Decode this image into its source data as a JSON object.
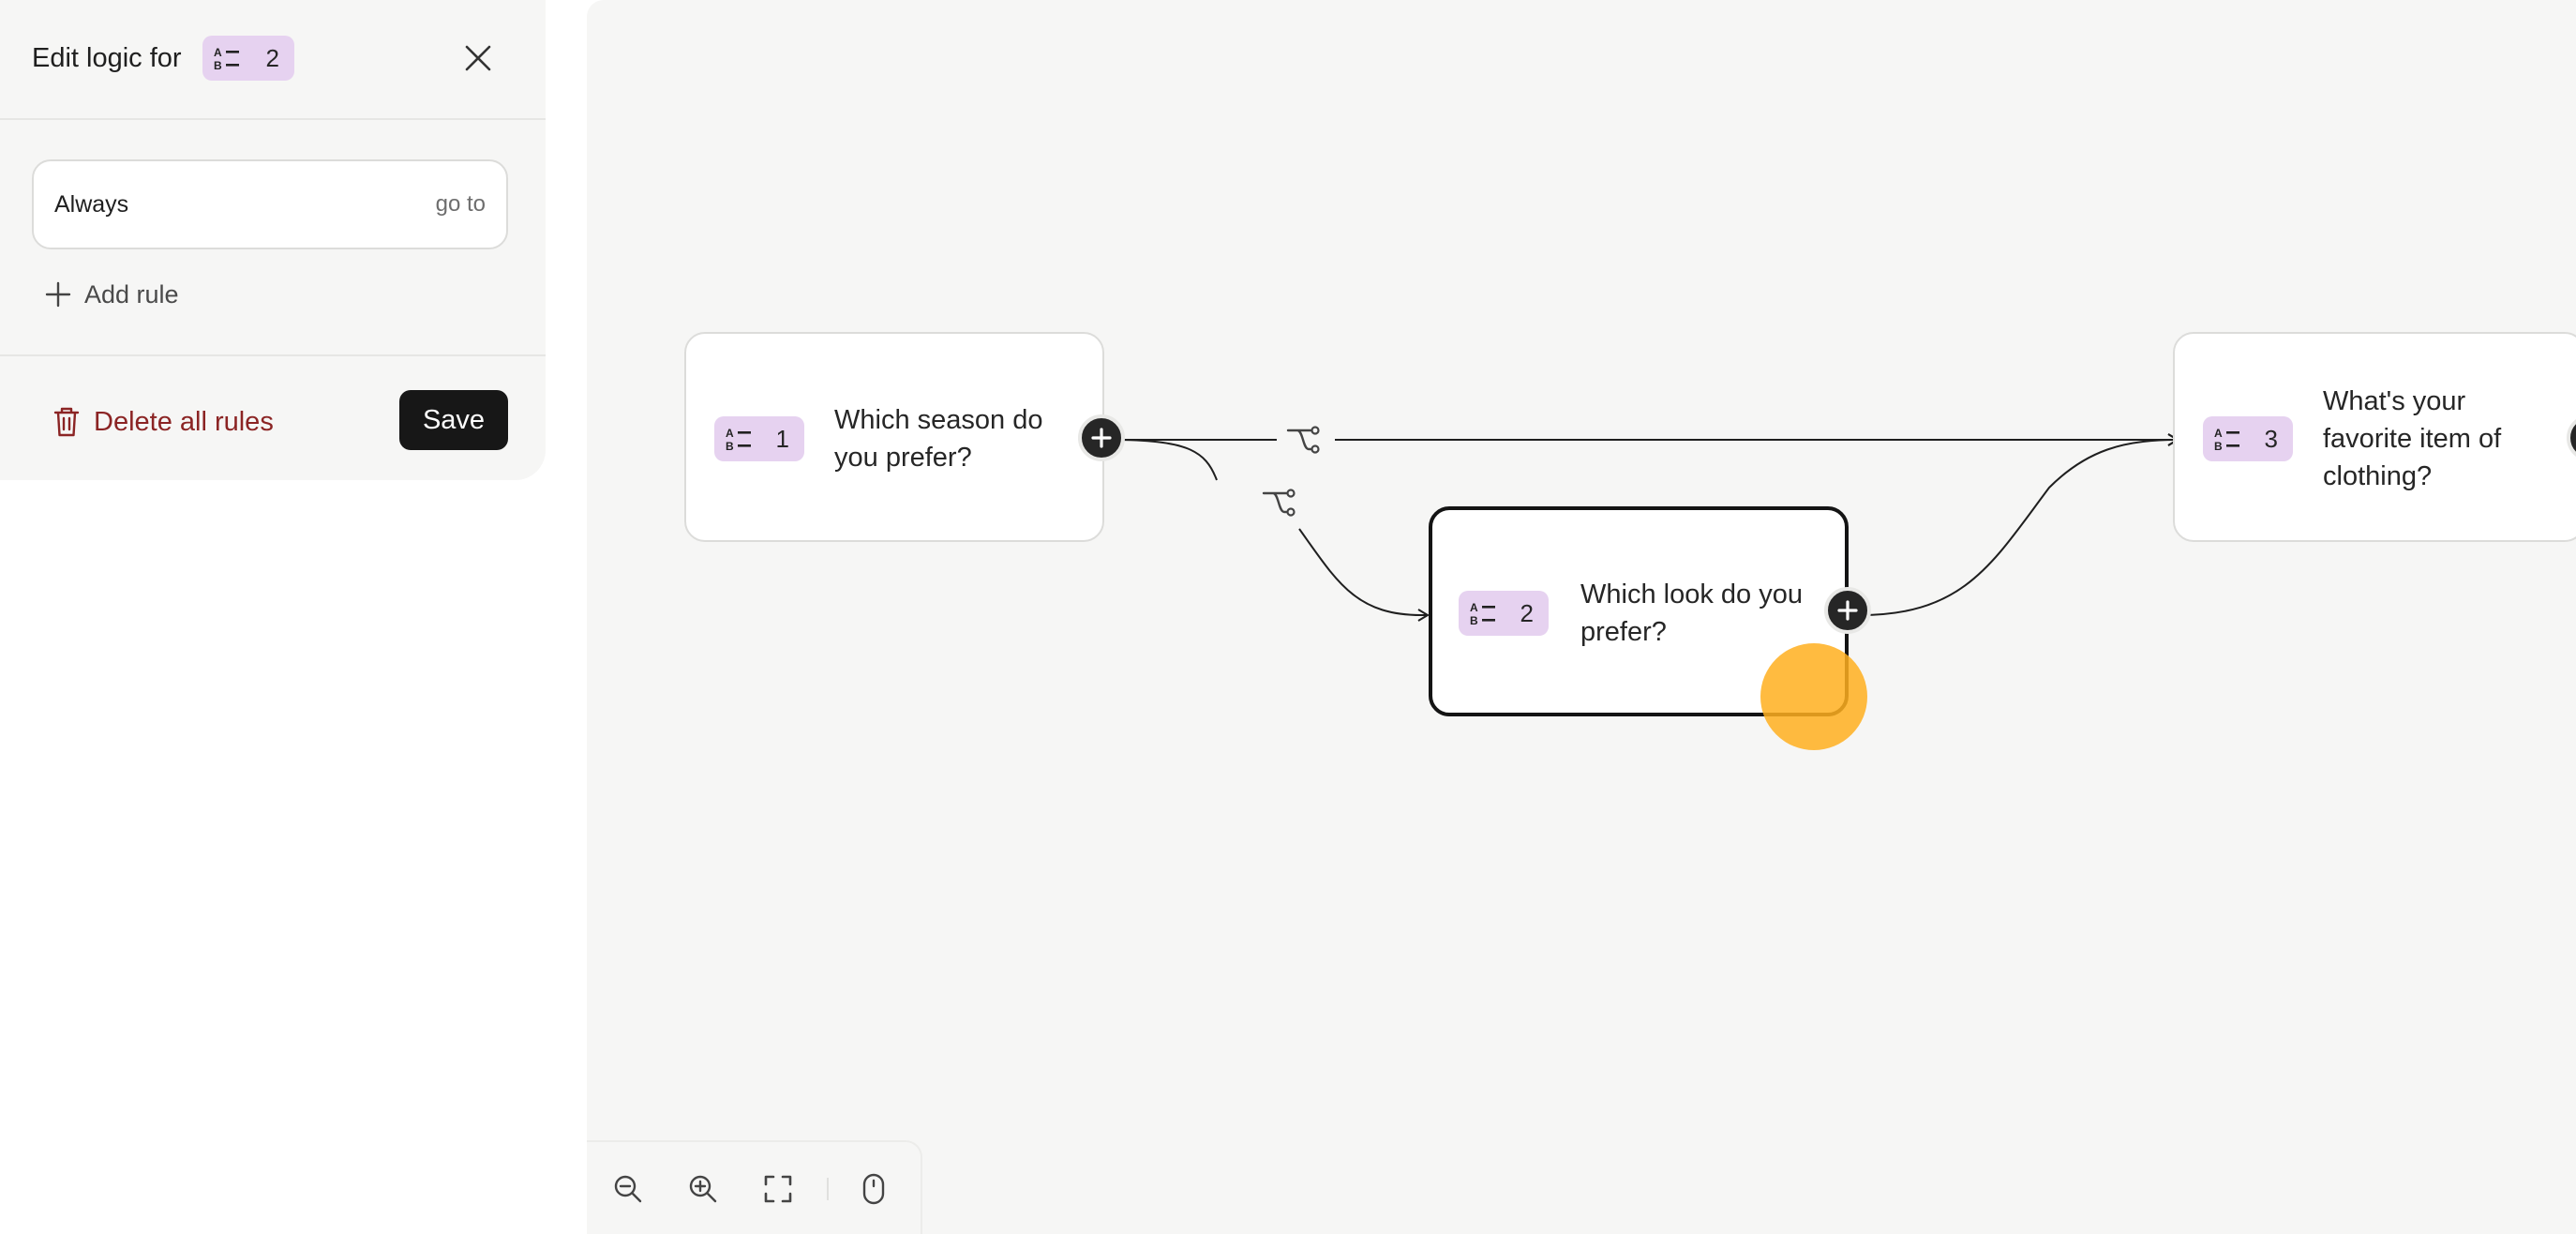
{
  "panel": {
    "title": "Edit logic for",
    "question_number": "2",
    "rules": [
      {
        "condition": "Always",
        "action": "go to"
      }
    ],
    "add_rule_label": "Add rule",
    "delete_all_label": "Delete all rules",
    "save_label": "Save"
  },
  "canvas": {
    "nodes": [
      {
        "number": "1",
        "text": "Which season do you prefer?"
      },
      {
        "number": "2",
        "text": "Which look do you prefer?"
      },
      {
        "number": "3",
        "text": "What's your favorite item of clothing?"
      }
    ]
  },
  "colors": {
    "badge_bg": "#e6d2f0",
    "save_bg": "#171717",
    "delete_text": "#8b2424",
    "canvas_bg": "#f6f6f5",
    "cursor_highlight": "#ffaf1e"
  },
  "icons": {
    "question_type": "multiple-choice-icon",
    "close": "close-icon",
    "add": "plus-icon",
    "delete": "trash-icon",
    "edge": "branch-icon",
    "zoom_out": "zoom-out-icon",
    "zoom_in": "zoom-in-icon",
    "fit": "fit-view-icon",
    "mouse": "mouse-icon"
  }
}
